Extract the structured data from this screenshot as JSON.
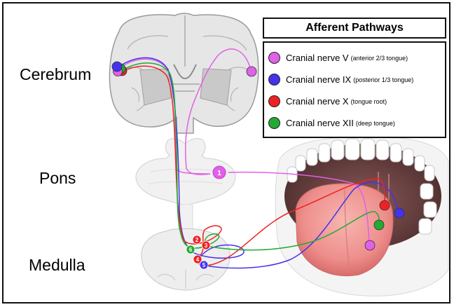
{
  "labels": {
    "cerebrum": "Cerebrum",
    "pons": "Pons",
    "medulla": "Medulla"
  },
  "legend": {
    "title": "Afferent Pathways",
    "items": [
      {
        "name": "Cranial nerve V",
        "note": "(anterior 2/3 tongue)",
        "color": "#e060e8"
      },
      {
        "name": "Cranial nerve IX",
        "note": "(posterior 1/3 tongue)",
        "color": "#4433ee"
      },
      {
        "name": "Cranial nerve X",
        "note": "(tongue root)",
        "color": "#ee2222"
      },
      {
        "name": "Cranial nerve XII",
        "note": "(deep tongue)",
        "color": "#22aa33"
      }
    ]
  },
  "nuclei": [
    "1",
    "2",
    "3",
    "4",
    "5",
    "6"
  ],
  "colors": {
    "cn5": "#e060e8",
    "cn9": "#4433ee",
    "cn10": "#ee2222",
    "cn12": "#22aa33"
  }
}
